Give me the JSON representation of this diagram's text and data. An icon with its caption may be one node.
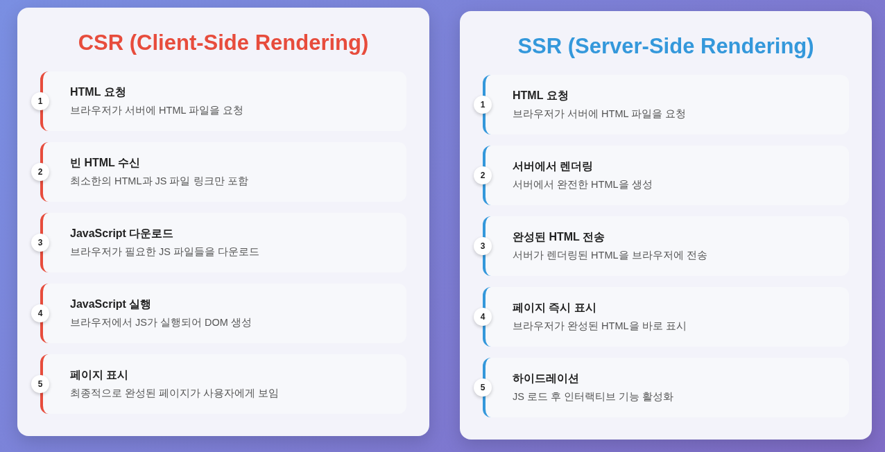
{
  "diagram": {
    "nodes": [
      {
        "text": [
          "CSR (Client-Side Rendering)"
        ]
      },
      {
        "text": [
          "1",
          "HTML 요청",
          "브라우저가 서버에 HTML 파일을 요청"
        ],
        "in": 0
      },
      {
        "text": [
          "2",
          "빈 HTML 수신",
          "최소한의 HTML과 JS 파일 링크만 포함"
        ],
        "in": 0
      },
      {
        "text": [
          "3",
          "JavaScript 다운로드",
          "브라우저가 필요한 JS 파일들을 다운로드"
        ],
        "in": 0
      },
      {
        "text": [
          "4",
          "JavaScript 실행",
          "브라우저에서 JS가 실행되어 DOM 생성"
        ],
        "in": 0
      },
      {
        "text": [
          "5",
          "페이지 표시",
          "최종적으로 완성된 페이지가 사용자에게 보임"
        ],
        "in": 0
      },
      {
        "text": [
          "SSR (Server-Side Rendering)"
        ]
      },
      {
        "text": [
          "1",
          "HTML 요청",
          "브라우저가 서버에 HTML 파일을 요청"
        ],
        "in": 6
      },
      {
        "text": [
          "2",
          "서버에서 렌더링",
          "서버에서 완전한 HTML을 생성"
        ],
        "in": 6
      },
      {
        "text": [
          "3",
          "완성된 HTML 전송",
          "서버가 렌더링된 HTML을 브라우저에 전송"
        ],
        "in": 6
      },
      {
        "text": [
          "4",
          "페이지 즉시 표시",
          "브라우저가 완성된 HTML을 바로 표시"
        ],
        "in": 6
      },
      {
        "text": [
          "5",
          "하이드레이션",
          "JS 로드 후 인터랙티브 기능 활성화"
        ],
        "in": 6
      }
    ]
  }
}
